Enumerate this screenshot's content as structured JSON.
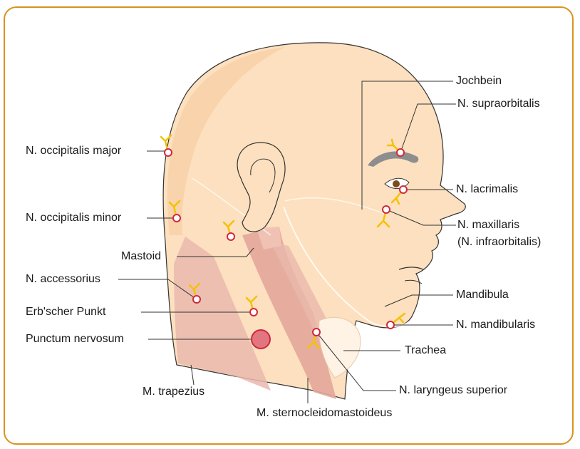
{
  "labels": {
    "jochbein": "Jochbein",
    "supraorbitalis": "N. supraorbitalis",
    "occipitalis_major": "N. occipitalis major",
    "lacrimalis": "N. lacrimalis",
    "occipitalis_minor": "N. occipitalis minor",
    "maxillaris_1": "N. maxillaris",
    "maxillaris_2": "(N. infraorbitalis)",
    "mastoid": "Mastoid",
    "accessorius": "N. accessorius",
    "mandibula": "Mandibula",
    "erb": "Erb'scher Punkt",
    "mandibularis": "N. mandibularis",
    "punctum": "Punctum nervosum",
    "trachea": "Trachea",
    "trapezius": "M. trapezius",
    "laryngeus": "N. laryngeus superior",
    "sternocleido": "M. sternocleidomastoideus"
  },
  "colors": {
    "frame": "#d9921e",
    "skin": "#fde0bf",
    "skin_shade": "#f7cda3",
    "muscle": "#eab8ad",
    "muscle_dark": "#dfa196",
    "nerve_yellow": "#f3c200",
    "point_red": "#d0283d",
    "punctum_fill": "#e27680"
  },
  "icons": {
    "nerve_point": "circle-marker",
    "nerve_branch": "branch-glyph"
  }
}
